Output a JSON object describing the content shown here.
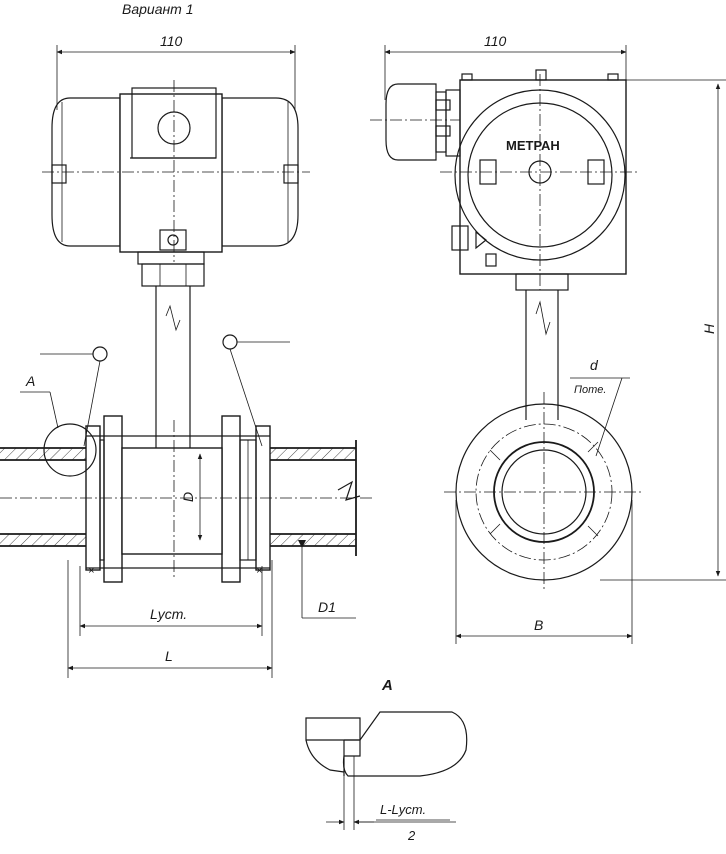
{
  "labels": {
    "variant": "Вариант 1",
    "width_left": "110",
    "width_right": "110",
    "brand": "МЕТРАН",
    "height": "H",
    "bolt_d": "d",
    "bolt_d_sub": "Поте.",
    "detail_ref": "A",
    "diameter_inner": "D",
    "diameter_outer": "D1",
    "length_install": "Lуст.",
    "length_total": "L",
    "width_B": "B",
    "detail_title": "A",
    "detail_formula_num": "L-Lуст.",
    "detail_formula_den": "2"
  }
}
